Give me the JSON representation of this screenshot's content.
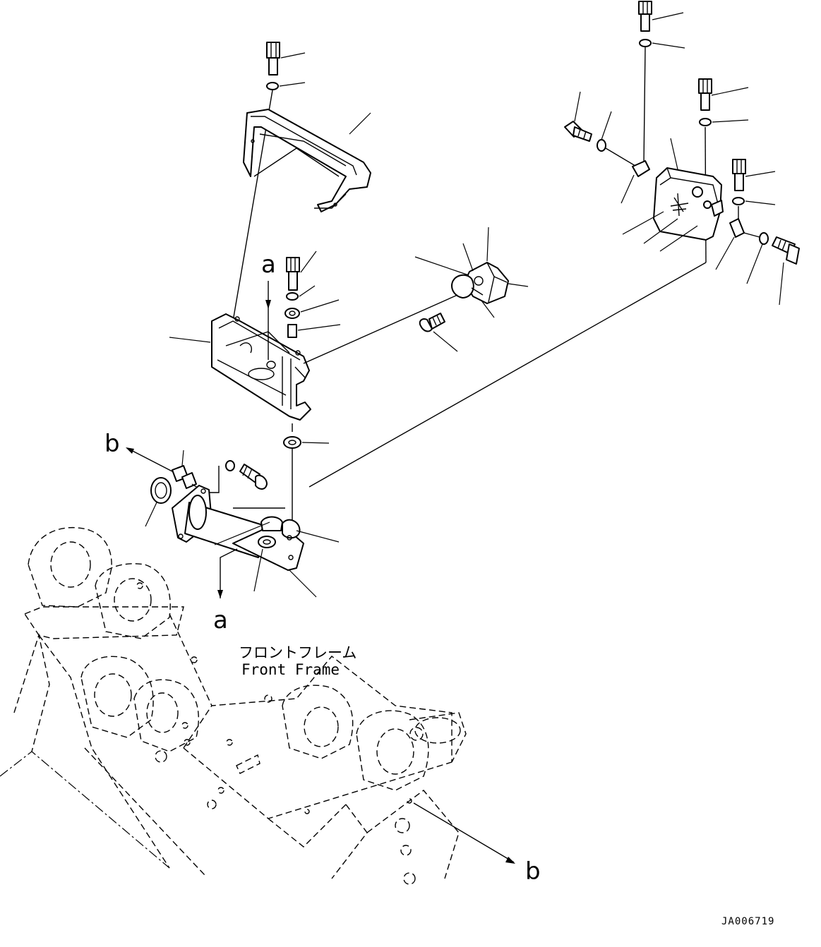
{
  "labels": {
    "view_a_top": "a",
    "view_a_bottom": "a",
    "view_b_left": "b",
    "view_b_right": "b"
  },
  "frame_caption": {
    "jp": "フロントフレーム",
    "en": "Front Frame"
  },
  "drawing_code": "JA006719"
}
